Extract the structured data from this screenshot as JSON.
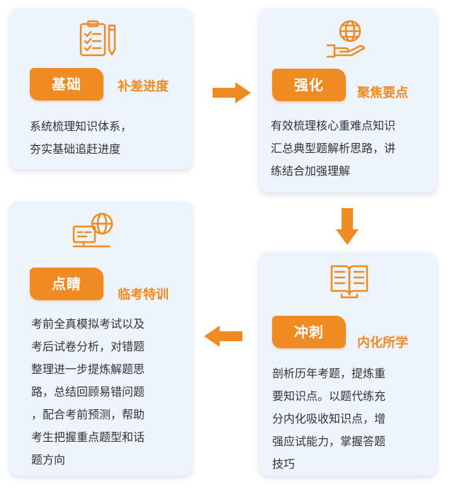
{
  "colors": {
    "accent": "#f08a22",
    "card_bg": "#eef4fb",
    "text": "#333333"
  },
  "steps": [
    {
      "icon": "clipboard-checklist-icon",
      "tag": "基础",
      "subtitle": "补差进度",
      "description": "系统梳理知识体系，\n夯实基础追赶进度"
    },
    {
      "icon": "globe-hand-icon",
      "tag": "强化",
      "subtitle": "聚焦要点",
      "description": "有效梳理核心重难点知识\n汇总典型题解析思路，讲\n练结合加强理解"
    },
    {
      "icon": "open-book-icon",
      "tag": "冲刺",
      "subtitle": "内化所学",
      "description": "剖析历年考题，提炼重\n要知识点。以题代练充\n分内化吸收知识点，增\n强应试能力，掌握答题\n技巧"
    },
    {
      "icon": "computer-globe-icon",
      "tag": "点睛",
      "subtitle": "临考特训",
      "description": "考前全真模拟考试以及\n考后试卷分析，对错题\n整理进一步提炼解题思\n路，总结回顾易错问题\n，配合考前预测，帮助\n考生把握重点题型和话\n题方向"
    }
  ]
}
